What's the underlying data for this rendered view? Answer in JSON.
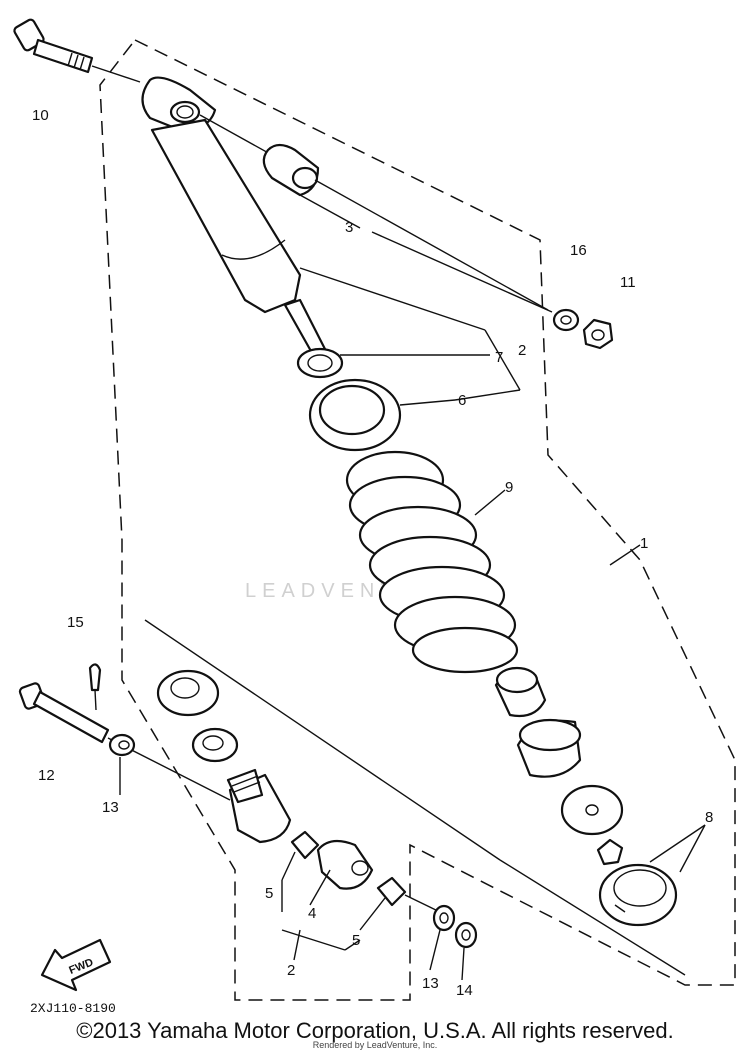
{
  "diagram": {
    "watermark": "LEADVENTURE",
    "drawing_code": "2XJ110-8190",
    "fwd_label": "FWD",
    "callouts": [
      {
        "id": "c1",
        "text": "1"
      },
      {
        "id": "c2a",
        "text": "2"
      },
      {
        "id": "c2b",
        "text": "2"
      },
      {
        "id": "c3",
        "text": "3"
      },
      {
        "id": "c4",
        "text": "4"
      },
      {
        "id": "c5a",
        "text": "5"
      },
      {
        "id": "c5b",
        "text": "5"
      },
      {
        "id": "c6",
        "text": "6"
      },
      {
        "id": "c7",
        "text": "7"
      },
      {
        "id": "c8",
        "text": "8"
      },
      {
        "id": "c9",
        "text": "9"
      },
      {
        "id": "c10",
        "text": "10"
      },
      {
        "id": "c11",
        "text": "11"
      },
      {
        "id": "c12",
        "text": "12"
      },
      {
        "id": "c13a",
        "text": "13"
      },
      {
        "id": "c13b",
        "text": "13"
      },
      {
        "id": "c14",
        "text": "14"
      },
      {
        "id": "c15",
        "text": "15"
      },
      {
        "id": "c16",
        "text": "16"
      }
    ]
  },
  "footer": {
    "copyright": "©2013 Yamaha Motor Corporation, U.S.A. All rights reserved.",
    "rendered_by": "Rendered by LeadVenture, Inc."
  }
}
